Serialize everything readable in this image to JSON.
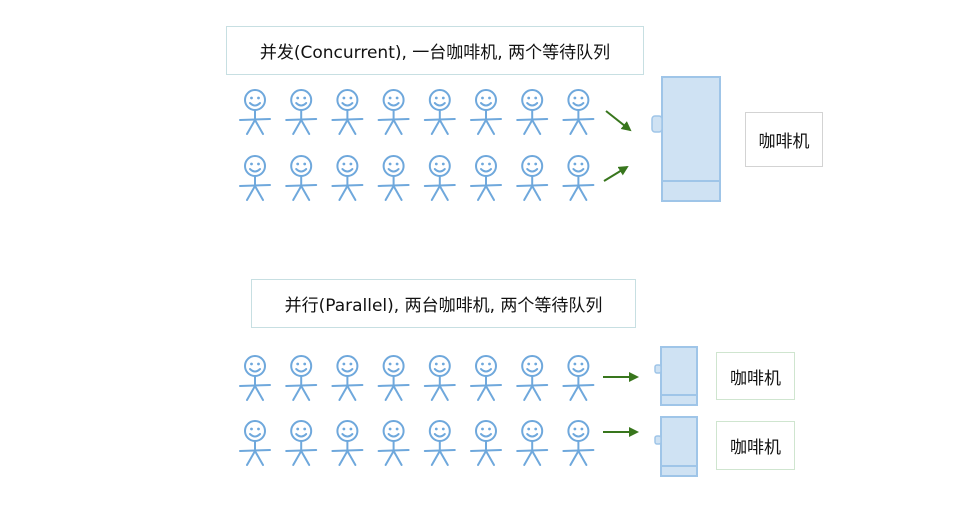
{
  "concurrent": {
    "title": "并发(Concurrent), 一台咖啡机, 两个等待队列",
    "machine_label": "咖啡机",
    "queues": [
      {
        "person_count": 8
      },
      {
        "person_count": 8
      }
    ]
  },
  "parallel": {
    "title": "并行(Parallel), 两台咖啡机, 两个等待队列",
    "machine_labels": [
      "咖啡机",
      "咖啡机"
    ],
    "queues": [
      {
        "person_count": 8
      },
      {
        "person_count": 8
      }
    ]
  },
  "colors": {
    "person": "#6fa8dc",
    "machine_fill": "#cfe2f3",
    "machine_stroke": "#9fc5e8",
    "arrow": "#38761d"
  }
}
